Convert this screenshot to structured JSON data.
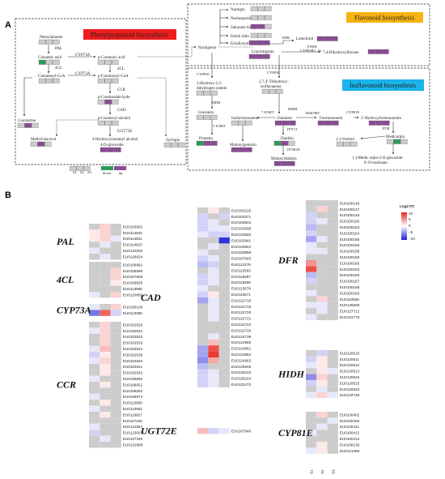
{
  "panel_a": {
    "label": "A",
    "titles": {
      "phenyl": "Phenylpropanoid biosynthesis",
      "flavonoid": "Flavonoid biosynthesis",
      "isoflavonoid": "Isoflavonoid biosynthesis"
    },
    "title_colors": {
      "phenyl": "#ee1c1c",
      "flavonoid": "#f6b20f",
      "isoflavonoid": "#1ab3ea"
    },
    "compounds": {
      "phenylalanine": "Phenylalanine",
      "cinnamic_acid": "Cinnamic acid",
      "cinnamoyl_coa": "Cinnamoyl-CoA",
      "p_coumaric_acid": "p-Coumaric acid",
      "p_coumaroyl_coa": "p-Coumaroyl-CoA",
      "p_coumaraldehyde": "p-Coumaralde hyde",
      "coumarine": "Coumarine",
      "p_coumaryl_alcohol": "p-Coumaryl alcohol",
      "methylchavicol": "Methylchavicol",
      "hydroxycinnamyl": "4-Hydroxycinnamyl alcohol",
      "hydroxycinnamyl2": "4-D-glucoside",
      "syringin": "Syringin",
      "naringenin": "Naringenin",
      "naringin": "Naringin",
      "neohesperidin": "Neohesperidin",
      "sakuranetin": "Sakurane tin",
      "deloh_ridin": "Deloh ridin",
      "eriodictyol": "Eriodictyol",
      "luteoforol": "Luteoforol",
      "liquiritigenin": "Liquiritigenin",
      "dihydroflavone": "7,4-Dihydroxyflavone",
      "trihydroxy_dihydro": "2-Hydroxy-2,3-",
      "trihydroxy_dihydro2": "dihydrogen nistein",
      "genistein": "Genistein",
      "prunetin": "Prunetin",
      "trihydroxy_iso": "2,7,4'-Trihydroxy-",
      "trihydroxy_iso2": "isoflavanone",
      "isoformononetin": "Isoformononetin",
      "daidzein": "Daidzein",
      "formononetin": "Formononetin",
      "hydroxyformononetin": "2'-Hydroxyformononetin",
      "malonylgenistin": "Malonylgenistin",
      "daidzin": "Daidzin",
      "malonyldaidzin": "Malonyldaidzin",
      "vestitol": "(-)-Vestitol",
      "medicarpin": "Medicarpin",
      "medic_malonate": "(-)-Medic arpin-3-O-glucoside-",
      "medic_malonate2": "6'-O-malonate"
    },
    "enzymes": {
      "pal": "PAL",
      "c4h": "CYP73A",
      "fourcl": "4CL",
      "fourcl_b": "4CL",
      "c4h_b": "CYP73A",
      "ccr": "CCR",
      "cad": "CAD",
      "ugt": "UGT72E",
      "dfr": "DFR",
      "fnsii": "FNSII",
      "fnsii2": "CYP93B2_16",
      "cyp93c": "CYP93C",
      "cyp93c_b": "CYP93C",
      "hidh": "HIDH",
      "hidh_b": "HIDH",
      "hi4omt": "HI4OMT",
      "iomt": "7-IOMT",
      "iomt_b": "7-IOMT",
      "cyp81e": "CYP81E",
      "ptr": "PTR",
      "if7gt": "IF7GT",
      "if7mat": "IF7MAT"
    },
    "legend": {
      "s1": "S1",
      "s2": "S2",
      "s3": "S3",
      "down": "down",
      "up": "up",
      "down_color": "#2e9a5a",
      "up_color": "#8a4a96"
    }
  },
  "panel_b": {
    "label": "B",
    "legend_title": "Log2 FC",
    "legend_ticks": [
      "10",
      "5",
      "0",
      "−5",
      "−10"
    ],
    "colors": {
      "high": "#e8241c",
      "zero": "#ffffff",
      "low": "#1c1cd8",
      "na": "#cccccc"
    },
    "groups": [
      {
        "gene": "PAL",
        "rows": [
          {
            "id": "EU0103562",
            "v": [
              null,
              2,
              null
            ]
          },
          {
            "id": "EU0114820",
            "v": [
              1,
              2,
              null
            ]
          },
          {
            "id": "EU0114821",
            "v": [
              1,
              2,
              -1
            ]
          },
          {
            "id": "EU0114823",
            "v": [
              null,
              -1,
              null
            ]
          },
          {
            "id": "EU0122002",
            "v": [
              -1,
              null,
              null
            ]
          },
          {
            "id": "EU0128924",
            "v": [
              null,
              -1,
              null
            ]
          }
        ]
      },
      {
        "gene": "4CL",
        "rows": [
          {
            "id": "EU0106991",
            "v": [
              null,
              null,
              null
            ]
          },
          {
            "id": "EU0106998",
            "v": [
              null,
              null,
              2
            ]
          },
          {
            "id": "EU0107605",
            "v": [
              null,
              null,
              2
            ]
          },
          {
            "id": "EU0109625",
            "v": [
              null,
              null,
              1
            ]
          },
          {
            "id": "EU0113585",
            "v": [
              null,
              null,
              null
            ]
          },
          {
            "id": "EU0120959",
            "v": [
              -1,
              null,
              2
            ]
          }
        ]
      },
      {
        "gene": "CYP73A",
        "rows": [
          {
            "id": "EU0106109",
            "v": [
              -1,
              null,
              2
            ]
          },
          {
            "id": "EU0113086",
            "v": [
              -6,
              7,
              -2
            ]
          }
        ]
      },
      {
        "gene": "CCR",
        "rows": [
          {
            "id": "EU0102526",
            "v": [
              null,
              2,
              null
            ]
          },
          {
            "id": "EU0102531",
            "v": [
              -1,
              2,
              null
            ]
          },
          {
            "id": "EU0102532",
            "v": [
              null,
              2,
              null
            ]
          },
          {
            "id": "EU0102533",
            "v": [
              null,
              2,
              null
            ]
          },
          {
            "id": "EU0102534",
            "v": [
              -1,
              3,
              null
            ]
          },
          {
            "id": "EU0102539",
            "v": [
              -2,
              1,
              null
            ]
          },
          {
            "id": "EU0102540",
            "v": [
              -1,
              2,
              null
            ]
          },
          {
            "id": "EU0102541",
            "v": [
              null,
              1,
              null
            ]
          },
          {
            "id": "EU0102542",
            "v": [
              null,
              1,
              null
            ]
          },
          {
            "id": "EU0105592",
            "v": [
              -1,
              null,
              null
            ]
          },
          {
            "id": "EU0106051",
            "v": [
              null,
              1,
              null
            ]
          },
          {
            "id": "EU0106052",
            "v": [
              null,
              null,
              null
            ]
          },
          {
            "id": "EU0106974",
            "v": [
              -1,
              null,
              null
            ]
          },
          {
            "id": "EU0113959",
            "v": [
              null,
              1,
              null
            ]
          },
          {
            "id": "EU0113962",
            "v": [
              -1,
              null,
              null
            ]
          },
          {
            "id": "EU0116927",
            "v": [
              null,
              1,
              null
            ]
          },
          {
            "id": "EU0117206",
            "v": [
              null,
              null,
              null
            ]
          },
          {
            "id": "EU0121857",
            "v": [
              -1,
              null,
              null
            ]
          },
          {
            "id": "EU0123001",
            "v": [
              -2,
              null,
              null
            ]
          },
          {
            "id": "EU0127349",
            "v": [
              null,
              -1,
              null
            ]
          },
          {
            "id": "EU0131688",
            "v": [
              null,
              null,
              null
            ]
          }
        ]
      },
      {
        "gene": "UGT72E",
        "rows": [
          {
            "id": "EU0107946",
            "v": [
              3,
              -2,
              -1
            ]
          }
        ]
      },
      {
        "gene": "CAD",
        "rows": [
          {
            "id": "EU0103125",
            "v": [
              null,
              1,
              null
            ]
          },
          {
            "id": "EU0103371",
            "v": [
              -2,
              null,
              -2
            ]
          },
          {
            "id": "EU0103834",
            "v": [
              -2,
              -1,
              null
            ]
          },
          {
            "id": "EU0103838",
            "v": [
              -2,
              -1,
              -1
            ]
          },
          {
            "id": "EU0103840",
            "v": [
              -1,
              -2,
              -2
            ]
          },
          {
            "id": "EU0103841",
            "v": [
              null,
              null,
              -9
            ]
          },
          {
            "id": "EU0103842",
            "v": [
              null,
              -1,
              null
            ]
          },
          {
            "id": "EU0103858",
            "v": [
              -1,
              null,
              null
            ]
          },
          {
            "id": "EU0107545",
            "v": [
              -2,
              -1,
              null
            ]
          },
          {
            "id": "EU0112275",
            "v": [
              -3,
              -2,
              null
            ]
          },
          {
            "id": "EU0115593",
            "v": [
              null,
              -1,
              null
            ]
          },
          {
            "id": "EU0115597",
            "v": [
              -2,
              -1,
              null
            ]
          },
          {
            "id": "EU0115599",
            "v": [
              -2,
              -1,
              null
            ]
          },
          {
            "id": "EU0115679",
            "v": [
              -1,
              null,
              null
            ]
          },
          {
            "id": "EU0116571",
            "v": [
              -2,
              1,
              null
            ]
          },
          {
            "id": "EU0122718",
            "v": [
              -4,
              -1,
              null
            ]
          },
          {
            "id": "EU0122719",
            "v": [
              null,
              -1,
              null
            ]
          },
          {
            "id": "EU0122720",
            "v": [
              null,
              -1,
              null
            ]
          },
          {
            "id": "EU0122721",
            "v": [
              null,
              -1,
              null
            ]
          },
          {
            "id": "EU0122722",
            "v": [
              null,
              null,
              null
            ]
          },
          {
            "id": "EU0122726",
            "v": [
              null,
              null,
              null
            ]
          },
          {
            "id": "EU0124739",
            "v": [
              null,
              -1,
              null
            ]
          },
          {
            "id": "EU0124960",
            "v": [
              null,
              3,
              null
            ]
          },
          {
            "id": "EU0124961",
            "v": [
              -4,
              8,
              null
            ]
          },
          {
            "id": "EU0124962",
            "v": [
              -4,
              9,
              null
            ]
          },
          {
            "id": "EU0124963",
            "v": [
              -5,
              4,
              null
            ]
          },
          {
            "id": "EU0125605",
            "v": [
              -3,
              null,
              null
            ]
          },
          {
            "id": "EU0126223",
            "v": [
              -2,
              -1,
              null
            ]
          },
          {
            "id": "EU0126224",
            "v": [
              -2,
              -1,
              null
            ]
          },
          {
            "id": "EU0132472",
            "v": [
              -2,
              -1,
              null
            ]
          }
        ]
      },
      {
        "gene": "DFR",
        "rows": [
          {
            "id": "EU0100146",
            "v": [
              null,
              null,
              null
            ]
          },
          {
            "id": "EU0100147",
            "v": [
              null,
              2,
              null
            ]
          },
          {
            "id": "EU0100148",
            "v": [
              -2,
              null,
              null
            ]
          },
          {
            "id": "EU0100150",
            "v": [
              -2,
              -1,
              null
            ]
          },
          {
            "id": "EU0100153",
            "v": [
              -3,
              null,
              null
            ]
          },
          {
            "id": "EU0100154",
            "v": [
              -2,
              null,
              null
            ]
          },
          {
            "id": "EU0100155",
            "v": [
              -4,
              -1,
              null
            ]
          },
          {
            "id": "EU0100156",
            "v": [
              -1,
              null,
              null
            ]
          },
          {
            "id": "EU0100158",
            "v": [
              -1,
              -1,
              null
            ]
          },
          {
            "id": "EU0100159",
            "v": [
              null,
              null,
              null
            ]
          },
          {
            "id": "EU0100160",
            "v": [
              5,
              null,
              null
            ]
          },
          {
            "id": "EU0100163",
            "v": [
              8,
              null,
              null
            ]
          },
          {
            "id": "EU0100166",
            "v": [
              -3,
              null,
              null
            ]
          },
          {
            "id": "EU0100167",
            "v": [
              -2,
              null,
              null
            ]
          },
          {
            "id": "EU0100168",
            "v": [
              null,
              null,
              null
            ]
          },
          {
            "id": "EU0100169",
            "v": [
              -1,
              null,
              null
            ]
          },
          {
            "id": "EU0110559",
            "v": [
              null,
              2,
              null
            ]
          },
          {
            "id": "EU0126508",
            "v": [
              -1,
              -1,
              null
            ]
          },
          {
            "id": "EU0127712",
            "v": [
              null,
              -1,
              null
            ]
          },
          {
            "id": "EU0131779",
            "v": [
              -1,
              null,
              null
            ]
          }
        ]
      },
      {
        "gene": "HIDH",
        "rows": [
          {
            "id": "EU0120510",
            "v": [
              null,
              -2,
              null
            ]
          },
          {
            "id": "EU0120511",
            "v": [
              -2,
              1,
              null
            ]
          },
          {
            "id": "EU0120512",
            "v": [
              -1,
              1,
              null
            ]
          },
          {
            "id": "EU0120513",
            "v": [
              null,
              1,
              -1
            ]
          },
          {
            "id": "EU0120515",
            "v": [
              -5,
              2,
              null
            ]
          },
          {
            "id": "EU0120516",
            "v": [
              -2,
              1,
              null
            ]
          },
          {
            "id": "EU0120520",
            "v": [
              null,
              -1,
              null
            ]
          },
          {
            "id": "EU0132738",
            "v": [
              -1,
              2,
              -1
            ]
          }
        ]
      },
      {
        "gene": "CYP81E",
        "rows": [
          {
            "id": "EU0100402",
            "v": [
              null,
              2,
              null
            ]
          },
          {
            "id": "EU0100405",
            "v": [
              null,
              null,
              -1
            ]
          },
          {
            "id": "EU0100411",
            "v": [
              null,
              -1,
              null
            ]
          },
          {
            "id": "EU0100412",
            "v": [
              -1,
              null,
              null
            ]
          },
          {
            "id": "EU0100413",
            "v": [
              null,
              null,
              null
            ]
          },
          {
            "id": "EU0108139",
            "v": [
              null,
              1,
              null
            ]
          },
          {
            "id": "EU0121069",
            "v": [
              -1,
              1,
              null
            ]
          }
        ]
      }
    ],
    "sample_labels": [
      "S1",
      "S2",
      "S3"
    ]
  }
}
